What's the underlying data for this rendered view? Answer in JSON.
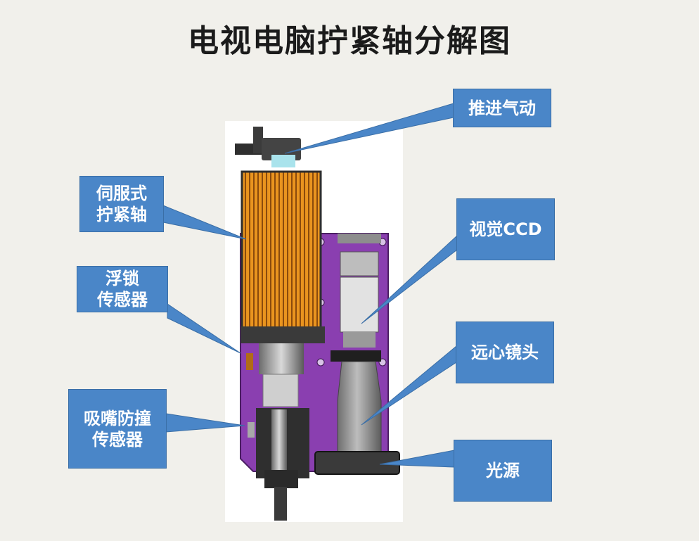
{
  "title": "电视电脑拧紧轴分解图",
  "labels": {
    "pneumatic": "推进气动",
    "servo": "伺服式\n拧紧轴",
    "float_sensor": "浮锁\n传感器",
    "nozzle_sensor": "吸嘴防撞\n传感器",
    "ccd": "视觉CCD",
    "lens": "远心镜头",
    "light": "光源"
  },
  "colors": {
    "callout_fill": "#4a86c8",
    "plate": "#8a3fb0",
    "motor": "#e08a1c",
    "background": "#f1f0eb"
  }
}
